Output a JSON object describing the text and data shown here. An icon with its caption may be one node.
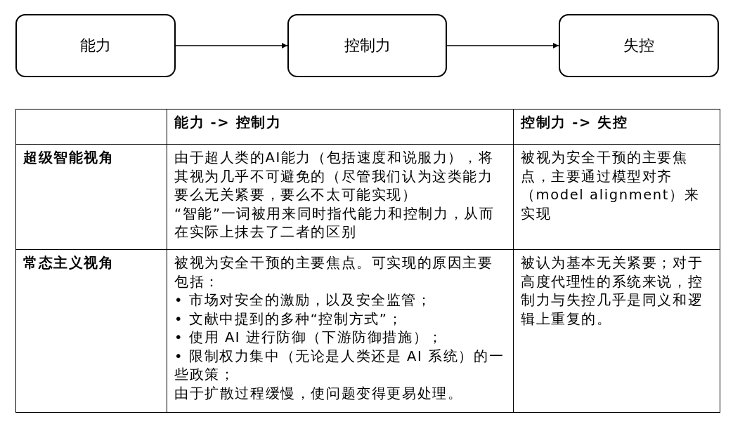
{
  "diagram": {
    "nodes": [
      {
        "text": [
          "能力"
        ]
      },
      {
        "text": [
          "控制力"
        ]
      },
      {
        "text": [
          "失控"
        ]
      }
    ],
    "edges": [
      {
        "from": 0,
        "to": 1,
        "arrow": "to"
      },
      {
        "from": 1,
        "to": 2,
        "arrow": "to"
      }
    ],
    "labels": [
      "能力 -> 控制力",
      "控制力 -> 失控",
      "超级智能视角",
      "由于超人类的AI能力（包括速度和说服力），将其视为几乎不可避免的（尽管我们认为这类能力要么无关紧要，要么不太可能实现）",
      "“智能”一词被用来同时指代能力和控制力，从而在实际上抹去了二者的区别",
      "被视为安全干预的主要焦点，主要通过模型对齐（model alignment）来实现",
      "常态主义视角",
      "被视为安全干预的主要焦点。可实现的原因主要包括：",
      "• 市场对安全的激励，以及安全监管；",
      "• 文献中提到的多种“控制方式”；",
      "• 使用 AI 进行防御（下游防御措施）；",
      "• 限制权力集中（无论是人类还是 AI 系统）的一些政策；",
      "由于扩散过程缓慢，使问题变得更易处理。",
      "被认为基本无关紧要；对于高度代理性的系统来说，控制力与失控几乎是同义和逻辑上重复的。"
    ]
  }
}
